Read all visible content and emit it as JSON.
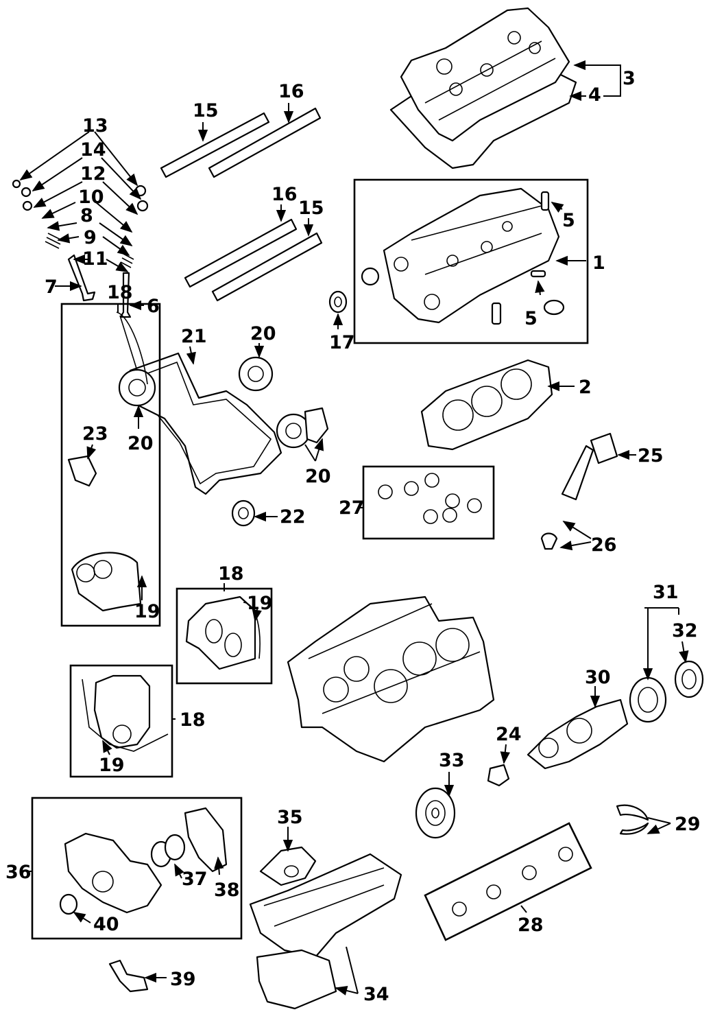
{
  "diagram": {
    "callouts": {
      "c1": "1",
      "c2": "2",
      "c3": "3",
      "c4": "4",
      "c5a": "5",
      "c5b": "5",
      "c6": "6",
      "c7": "7",
      "c8": "8",
      "c9": "9",
      "c10": "10",
      "c11": "11",
      "c12": "12",
      "c13": "13",
      "c14": "14",
      "c15a": "15",
      "c15b": "15",
      "c16a": "16",
      "c16b": "16",
      "c17": "17",
      "c18a": "18",
      "c18b": "18",
      "c18c": "18",
      "c19a": "19",
      "c19b": "19",
      "c19c": "19",
      "c20a": "20",
      "c20b": "20",
      "c20c": "20",
      "c21": "21",
      "c22": "22",
      "c23": "23",
      "c24": "24",
      "c25": "25",
      "c26": "26",
      "c27": "27",
      "c28": "28",
      "c29": "29",
      "c30": "30",
      "c31": "31",
      "c32": "32",
      "c33": "33",
      "c34": "34",
      "c35": "35",
      "c36": "36",
      "c37": "37",
      "c38": "38",
      "c39": "39",
      "c40": "40"
    }
  }
}
